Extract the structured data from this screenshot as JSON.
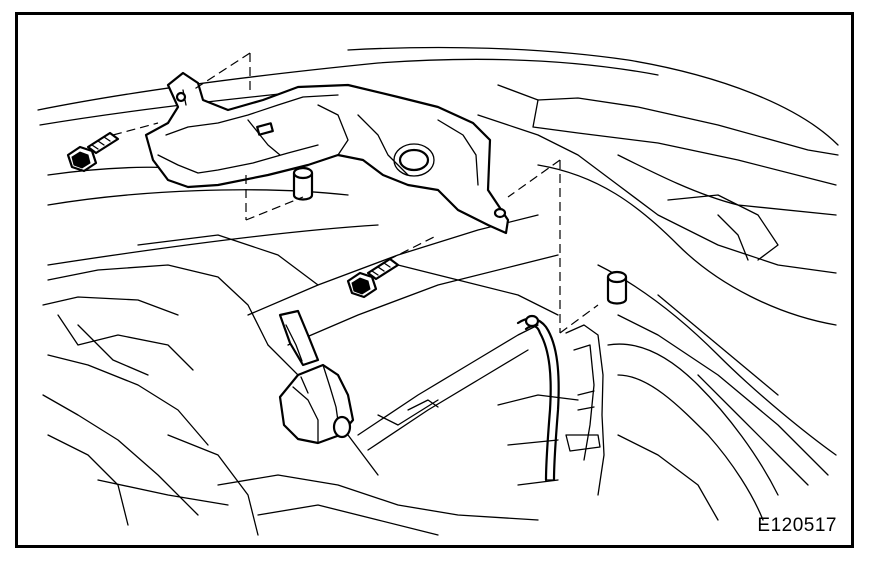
{
  "figure": {
    "id_label": "E120517"
  },
  "colors": {
    "line": "#000000",
    "background": "#ffffff"
  },
  "parts": [
    {
      "name": "bracket",
      "icon": "bracket-icon"
    },
    {
      "name": "bolt-left",
      "icon": "bolt-icon"
    },
    {
      "name": "bolt-center",
      "icon": "bolt-icon"
    },
    {
      "name": "stud-left",
      "icon": "stud-icon"
    },
    {
      "name": "stud-right",
      "icon": "stud-icon"
    },
    {
      "name": "connector",
      "icon": "connector-icon"
    },
    {
      "name": "wire-harness",
      "icon": "wire-icon"
    }
  ]
}
